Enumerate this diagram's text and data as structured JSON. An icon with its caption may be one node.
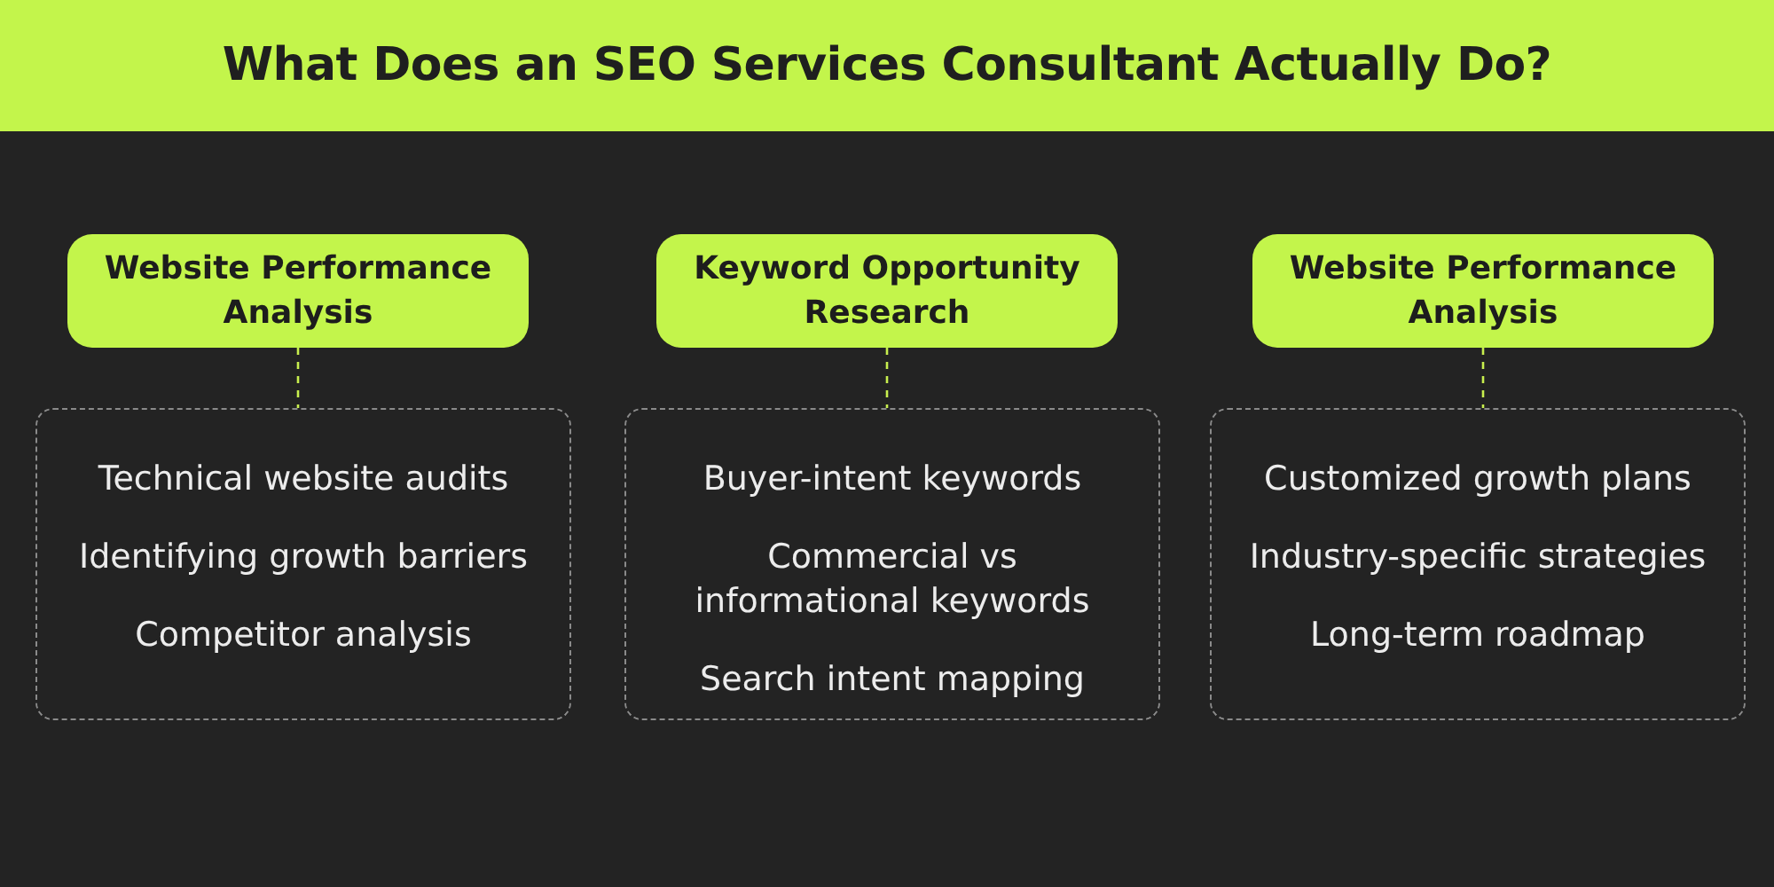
{
  "diagram": {
    "title": "What Does an SEO Services Consultant Actually Do?",
    "nodes": [
      {
        "text": [
          "Website Performance Analysis"
        ]
      },
      {
        "text": [
          "Keyword Opportunity Research"
        ]
      },
      {
        "text": [
          "Website Performance Analysis"
        ]
      },
      {
        "text": [
          "Technical website audits",
          "Identifying growth barriers",
          "Competitor analysis"
        ]
      },
      {
        "text": [
          "Buyer-intent keywords",
          "Commercial vs informational keywords",
          "Search intent mapping"
        ]
      },
      {
        "text": [
          "Customized growth plans",
          "Industry-specific strategies",
          "Long-term roadmap"
        ]
      }
    ],
    "edges": [
      {
        "from": 0,
        "to": 3,
        "arrow": "none",
        "style": "dashed"
      },
      {
        "from": 1,
        "to": 4,
        "arrow": "none",
        "style": "dashed"
      },
      {
        "from": 2,
        "to": 5,
        "arrow": "none",
        "style": "dashed"
      }
    ]
  }
}
